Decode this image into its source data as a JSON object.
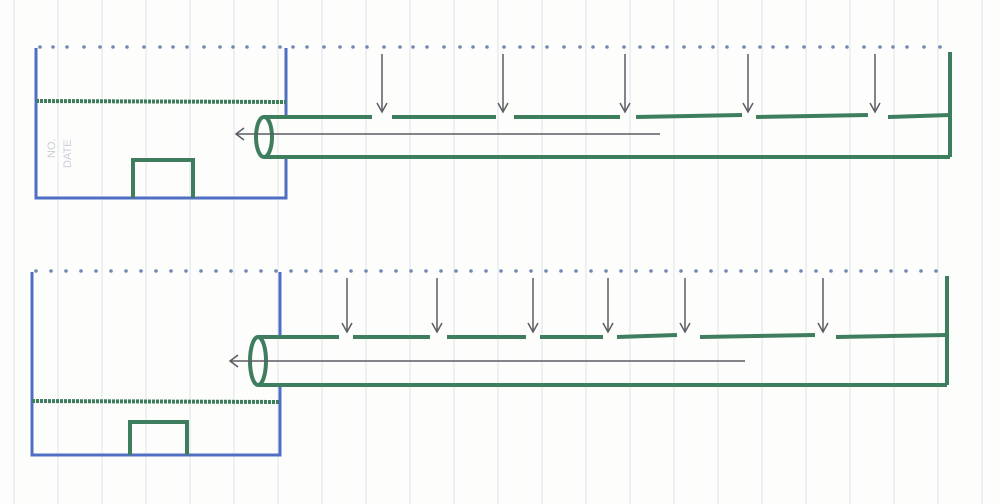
{
  "colors": {
    "tank": "#4f6fc4",
    "pipe": "#3e7d5e",
    "arrow": "#5a5d63",
    "paper_line": "#dfe5ee",
    "dots": "#7486b4"
  },
  "ghost_text": {
    "no": "NO.",
    "date": "DATE"
  },
  "diagrams": [
    {
      "name": "top",
      "arrow_count": 5
    },
    {
      "name": "bottom",
      "arrow_count": 6
    }
  ]
}
